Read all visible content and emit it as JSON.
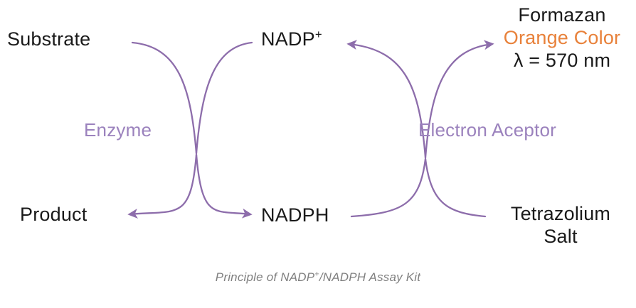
{
  "diagram": {
    "title": "Principle of NADP+/NADPH Assay Kit",
    "caption_prefix": "Principle of NADP",
    "caption_sup": "+",
    "caption_suffix": "/NADPH Assay Kit",
    "background_color": "#ffffff",
    "arrow_color": "#8d6dab",
    "mediator_text_color": "#9b82bd",
    "node_text_color": "#1a1a1a",
    "orange_color": "#e8813a",
    "caption_color": "#808080"
  },
  "nodes": {
    "substrate": {
      "label": "Substrate"
    },
    "product": {
      "label": "Product"
    },
    "nadp_plus": {
      "label": "NADP",
      "superscript": "+"
    },
    "nadph": {
      "label": "NADPH"
    },
    "formazan": {
      "line1": "Formazan",
      "line2": "Orange Color",
      "line3": "λ = 570 nm"
    },
    "tetrazolium": {
      "line1": "Tetrazolium",
      "line2": "Salt"
    }
  },
  "mediators": {
    "enzyme": {
      "label": "Enzyme"
    },
    "electron_acceptor": {
      "label": "Electron Aceptor"
    }
  },
  "arrows": [
    {
      "name": "substrate-to-nadp",
      "from": "Substrate",
      "to": "NADP+",
      "arrowhead": "none"
    },
    {
      "name": "nadp-down-to-product",
      "from": "NADP+",
      "to": "Product",
      "arrowhead": "end"
    },
    {
      "name": "nadph-to-product",
      "from": "NADPH",
      "to": "Product",
      "arrowhead": "end"
    },
    {
      "name": "nadp-to-formazan",
      "from": "NADP+",
      "to": "Formazan",
      "arrowhead": "end"
    },
    {
      "name": "tetrazolium-to-nadp",
      "from": "Tetrazolium Salt",
      "to": "NADP+",
      "arrowhead": "end"
    },
    {
      "name": "nadph-to-tetrazolium",
      "from": "NADPH",
      "to": "Tetrazolium Salt",
      "arrowhead": "none"
    }
  ]
}
